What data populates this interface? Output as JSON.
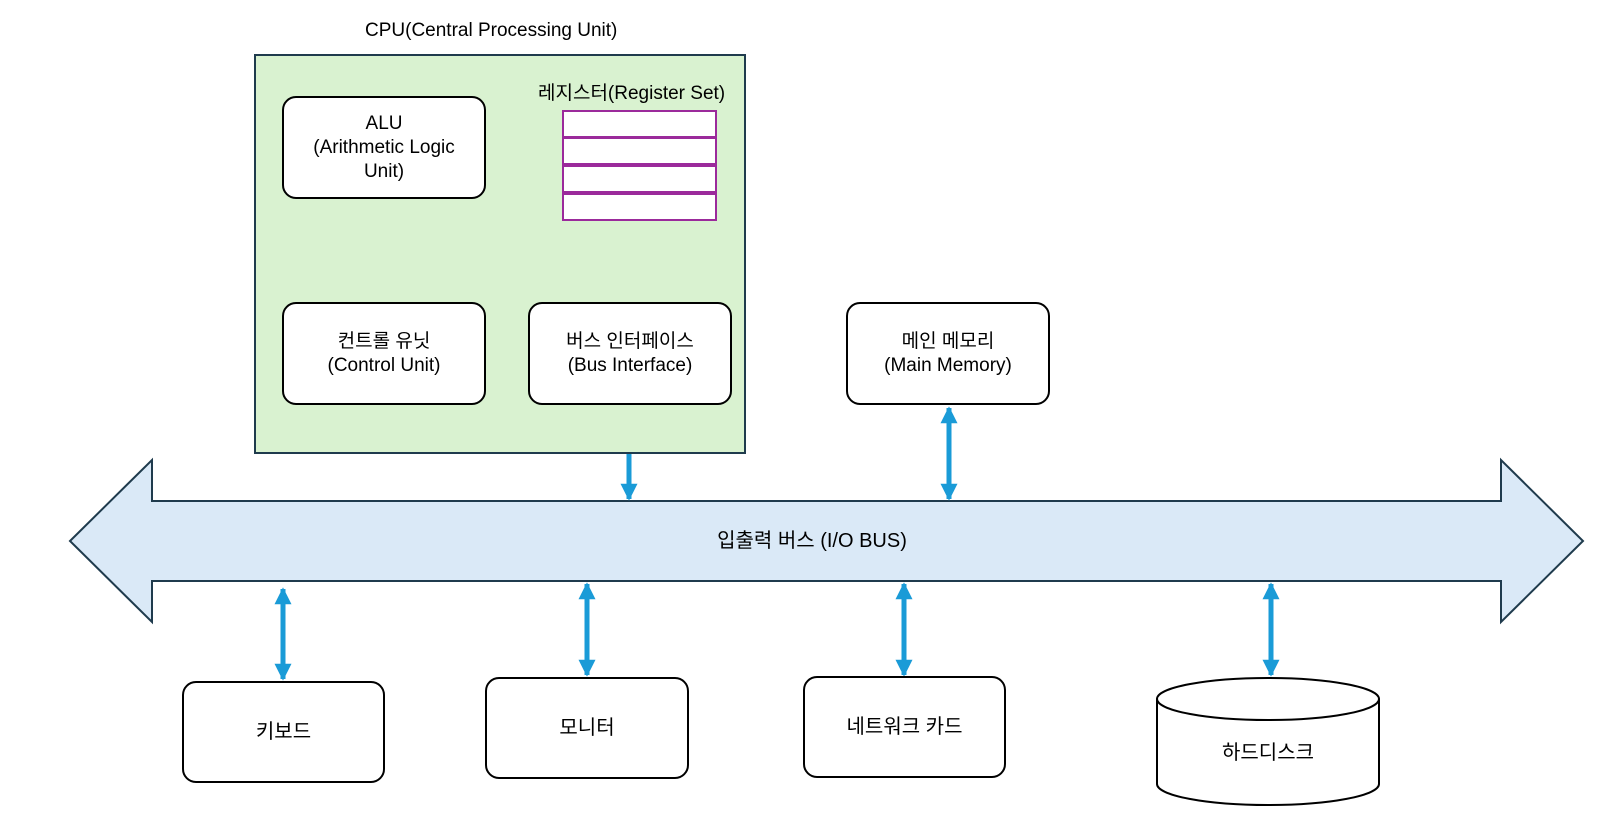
{
  "cpu": {
    "title": "CPU(Central Processing Unit)",
    "fill_color": "#d9f2d0",
    "register_set": {
      "label": "레지스터(Register Set)",
      "rows": 4,
      "border_color": "#9b2a9b"
    },
    "alu": {
      "line1": "ALU",
      "line2": "(Arithmetic Logic",
      "line3": "Unit)"
    },
    "control_unit": {
      "line1": "컨트롤 유닛",
      "line2": "(Control Unit)"
    },
    "bus_interface": {
      "line1": "버스 인터페이스",
      "line2": "(Bus Interface)"
    }
  },
  "main_memory": {
    "line1": "메인 메모리",
    "line2": "(Main Memory)"
  },
  "io_bus": {
    "label": "입출력 버스 (I/O BUS)",
    "fill_color": "#dae9f7",
    "border_color": "#1f3b4d"
  },
  "devices": {
    "keyboard": "키보드",
    "monitor": "모니터",
    "network_card": "네트워크 카드",
    "hard_disk": "하드디스크"
  },
  "colors": {
    "arrow": "#1a9bd7"
  }
}
